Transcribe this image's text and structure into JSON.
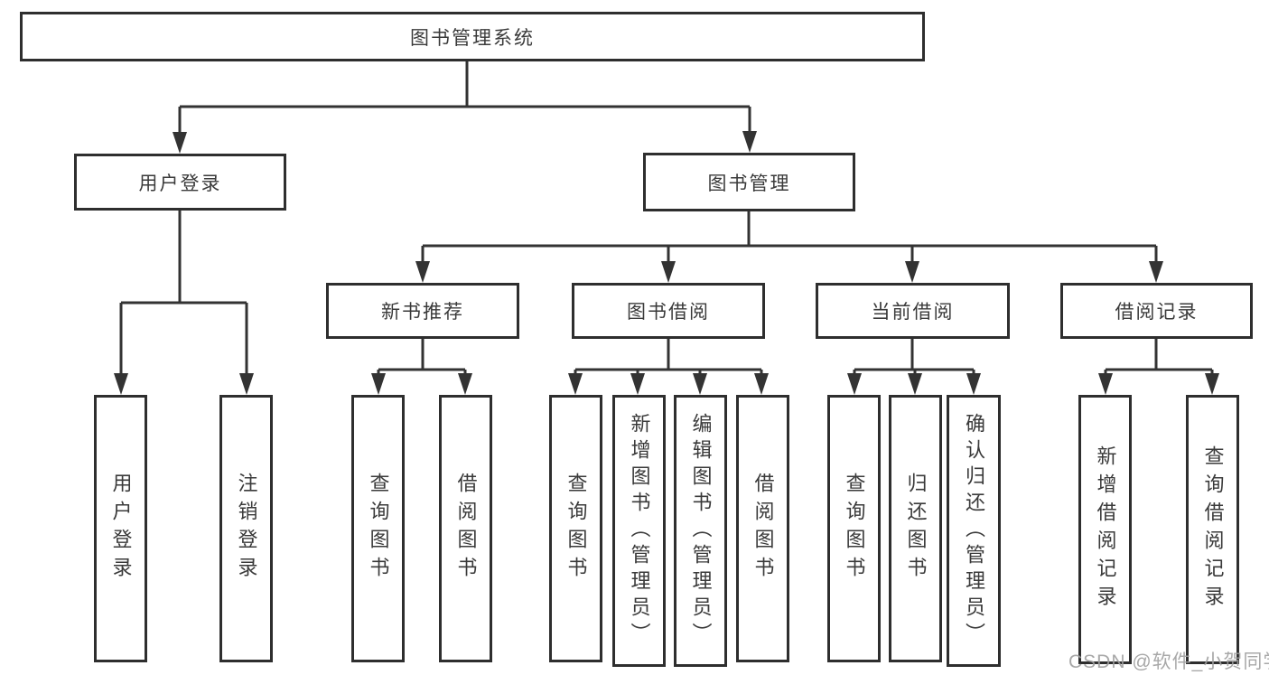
{
  "diagram": {
    "root": {
      "label": "图书管理系统"
    },
    "level2": {
      "user_login": {
        "label": "用户登录"
      },
      "book_management": {
        "label": "图书管理"
      }
    },
    "level3": {
      "new_book_recommend": {
        "label": "新书推荐"
      },
      "book_borrowing": {
        "label": "图书借阅"
      },
      "current_borrowing": {
        "label": "当前借阅"
      },
      "borrowing_records": {
        "label": "借阅记录"
      }
    },
    "leaves": {
      "user_login": {
        "label": "用户登录"
      },
      "logout": {
        "label": "注销登录"
      },
      "rec_query_book": {
        "label": "查询图书"
      },
      "rec_borrow_book": {
        "label": "借阅图书"
      },
      "bb_query_book": {
        "label": "查询图书"
      },
      "bb_add_book": {
        "label": "新增图书（管理员）"
      },
      "bb_edit_book": {
        "label": "编辑图书（管理员）"
      },
      "bb_borrow_book": {
        "label": "借阅图书"
      },
      "cb_query_book": {
        "label": "查询图书"
      },
      "cb_return_book": {
        "label": "归还图书"
      },
      "cb_confirm_return": {
        "label": "确认归还（管理员）"
      },
      "br_add_record": {
        "label": "新增借阅记录"
      },
      "br_query_record": {
        "label": "查询借阅记录"
      }
    }
  },
  "watermark": {
    "text": "CSDN @软件_小贺同学"
  },
  "colors": {
    "line": "#333333",
    "border": "#2e2e2e",
    "text": "#3a3a3a",
    "watermark": "#9e9e9e",
    "background": "#ffffff"
  }
}
